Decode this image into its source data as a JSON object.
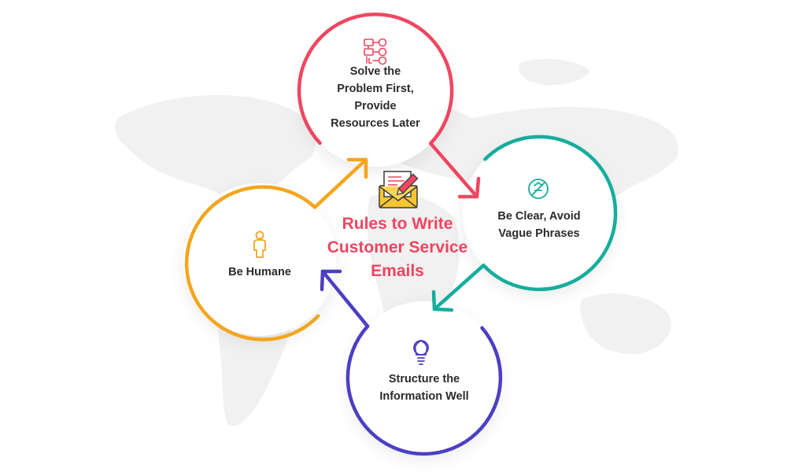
{
  "title": {
    "line1": "Rules to Write",
    "line2": "Customer Service",
    "line3": "Emails"
  },
  "nodes": [
    {
      "id": "solve",
      "lines": [
        "Solve the",
        "Problem First,",
        "Provide",
        "Resources Later"
      ],
      "color": "#ee4760",
      "icon": "workflow-icon"
    },
    {
      "id": "clear",
      "lines": [
        "Be Clear, Avoid",
        "Vague Phrases"
      ],
      "color": "#16ad9c",
      "icon": "no-vague-icon"
    },
    {
      "id": "structure",
      "lines": [
        "Structure the",
        "Information Well"
      ],
      "color": "#4b3fc4",
      "icon": "lightbulb-icon"
    },
    {
      "id": "humane",
      "lines": [
        "Be Humane"
      ],
      "color": "#f4a51c",
      "icon": "person-icon"
    }
  ],
  "center_icon": "email-edit-icon"
}
